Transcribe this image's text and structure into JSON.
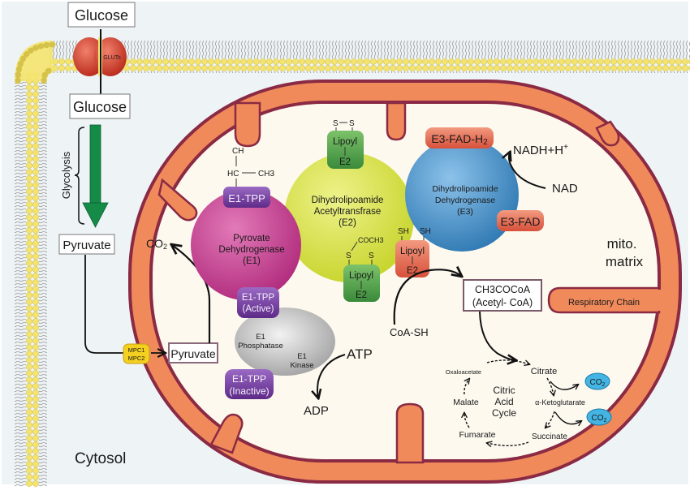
{
  "title": "Pyruvate dehydrogenase complex in mitochondrial metabolism",
  "colors": {
    "cytosol_bg": "#eef3f6",
    "matrix_bg": "#fdf9ef",
    "membrane_orange": "#f08a5a",
    "membrane_outline": "#8a2a44",
    "lipid_head": "#f2e36a",
    "glycolysis_arrow": "#138a4a",
    "e1_magenta": "#c4388c",
    "e2_yellowgreen": "#d4e23a",
    "e3_blue": "#3d8ac4",
    "tpp_purple": "#6d3a96",
    "lipoyl_green": "#4a9a4a",
    "lipoyl_red": "#e2604a",
    "e3fad_red": "#e2604a",
    "phosphatase_gray": "#a8a8a8",
    "co2_cloud": "#3eaedc",
    "transporter_yellow": "#f4d020"
  },
  "cytosol": {
    "glucose_outside": "Glucose",
    "glut_label": "GLUTs",
    "glucose_inside": "Glucose",
    "glycolysis_label": "Glycolysis",
    "pyruvate_cytosol": "Pyruvate",
    "mpc_label_1": "MPC1",
    "mpc_label_2": "MPC2",
    "cytosol_label": "Cytosol"
  },
  "matrix": {
    "pyruvate_matrix": "Pyruvate",
    "co2": "CO",
    "co2_sub": "2",
    "mito_label_1": "mito.",
    "mito_label_2": "matrix",
    "respiratory_chain": "Respiratory Chain"
  },
  "e1": {
    "name_1": "Pyrovate",
    "name_2": "Dehydrogenase",
    "name_3": "(E1)",
    "tpp_top": "E1-TPP",
    "substrate_ch": "CH",
    "substrate_hc": "HC",
    "substrate_ch3": "CH3",
    "tpp_active_1": "E1-TPP",
    "tpp_active_2": "(Active)",
    "tpp_inactive_1": "E1-TPP",
    "tpp_inactive_2": "(Inactive)",
    "phosphatase_1": "E1",
    "phosphatase_2": "Phosphatase",
    "kinase_1": "E1",
    "kinase_2": "Kinase",
    "atp": "ATP",
    "adp": "ADP"
  },
  "e2": {
    "name_1": "Dihydrolipoamide",
    "name_2": "Acetyltransfrase",
    "name_3": "(E2)",
    "lipoyl": "Lipoyl",
    "e2": "E2",
    "s": "S",
    "sh": "SH",
    "coch3": "COCH3"
  },
  "e3": {
    "name_1": "Dihydrolipoamide",
    "name_2": "Dehydrogenase",
    "name_3": "(E3)",
    "fad_h2": "E3-FAD-H",
    "fad_h2_sub": "2",
    "fad": "E3-FAD",
    "nadh": "NADH+H",
    "nadh_sup": "+",
    "nad": "NAD"
  },
  "acetyl": {
    "coa_sh": "CoA-SH",
    "box_1": "CH3COCoA",
    "box_2": "(Acetyl- CoA)"
  },
  "tca": {
    "center_1": "Citric",
    "center_2": "Acid",
    "center_3": "Cycle",
    "oxaloacetate": "Oxaloacetate",
    "citrate": "Citrate",
    "alpha_kg": "α-Ketoglutarate",
    "succinate": "Succinate",
    "fumarate": "Fumarate",
    "malate": "Malate",
    "co2": "CO",
    "co2_sub": "2"
  }
}
